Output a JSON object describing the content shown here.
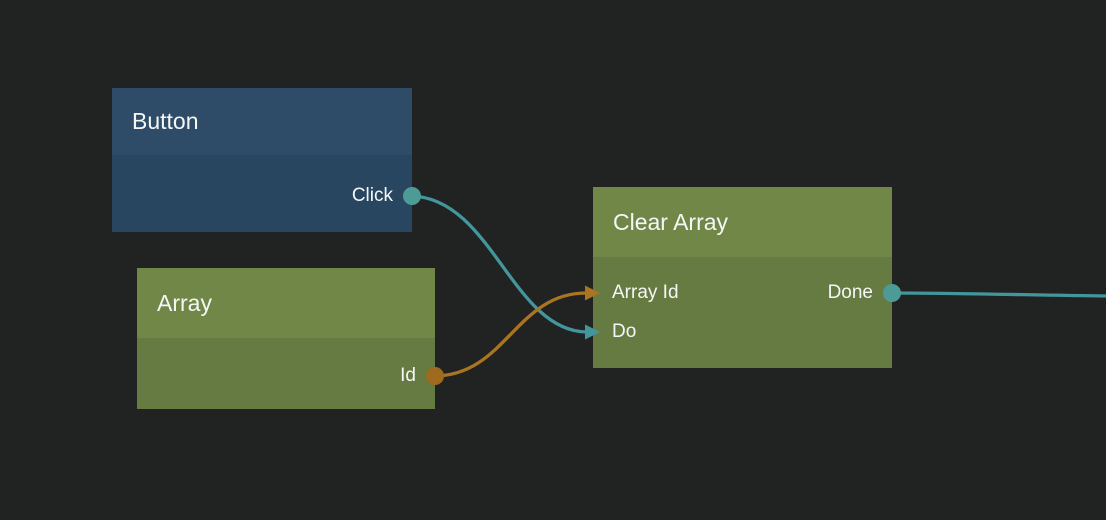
{
  "canvas": {
    "background": "#212222",
    "accent_signal_color": "#43969b",
    "accent_data_color": "#a97522"
  },
  "nodes": [
    {
      "title": "Button",
      "header_color": "#2e4c67",
      "body_color": "#284660",
      "rows": [
        {
          "output": {
            "label": "Click",
            "type": "signal",
            "color": "#4d9b96"
          }
        }
      ]
    },
    {
      "title": "Array",
      "header_color": "#718748",
      "body_color": "#667b41",
      "rows": [
        {
          "output": {
            "label": "Id",
            "type": "data",
            "color": "#9e6b1e"
          }
        }
      ]
    },
    {
      "title": "Clear Array",
      "header_color": "#718748",
      "body_color": "#667b41",
      "rows": [
        {
          "input": {
            "label": "Array Id",
            "type": "data"
          },
          "output": {
            "label": "Done",
            "type": "signal",
            "color": "#4d9b96"
          }
        },
        {
          "input": {
            "label": "Do",
            "type": "signal"
          }
        }
      ]
    }
  ],
  "connections": [
    {
      "from": "Button.Click",
      "to": "Clear Array.Do",
      "type": "signal",
      "color": "#43969b"
    },
    {
      "from": "Array.Id",
      "to": "Clear Array.Array Id",
      "type": "data",
      "color": "#a97522"
    },
    {
      "from": "Clear Array.Done",
      "to": "offscreen-right",
      "type": "signal",
      "color": "#43969b"
    }
  ]
}
